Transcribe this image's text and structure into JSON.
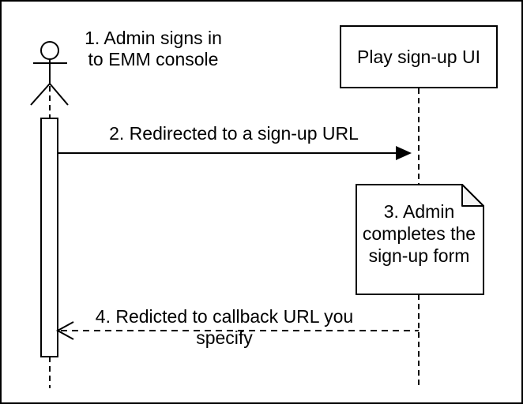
{
  "colors": {
    "stroke": "#000000",
    "background": "#ffffff",
    "shape_fill": "#ffffff",
    "note_fold_fill": "#f5f5f5"
  },
  "actor": {
    "label": "1. Admin signs in\nto EMM console"
  },
  "participant": {
    "label": "Play sign-up UI"
  },
  "messages": {
    "redirect_label": "2. Redirected to a sign-up URL",
    "callback_label": "4. Redicted to callback URL you specify"
  },
  "note": {
    "label": "3. Admin\ncompletes the\nsign-up form"
  }
}
